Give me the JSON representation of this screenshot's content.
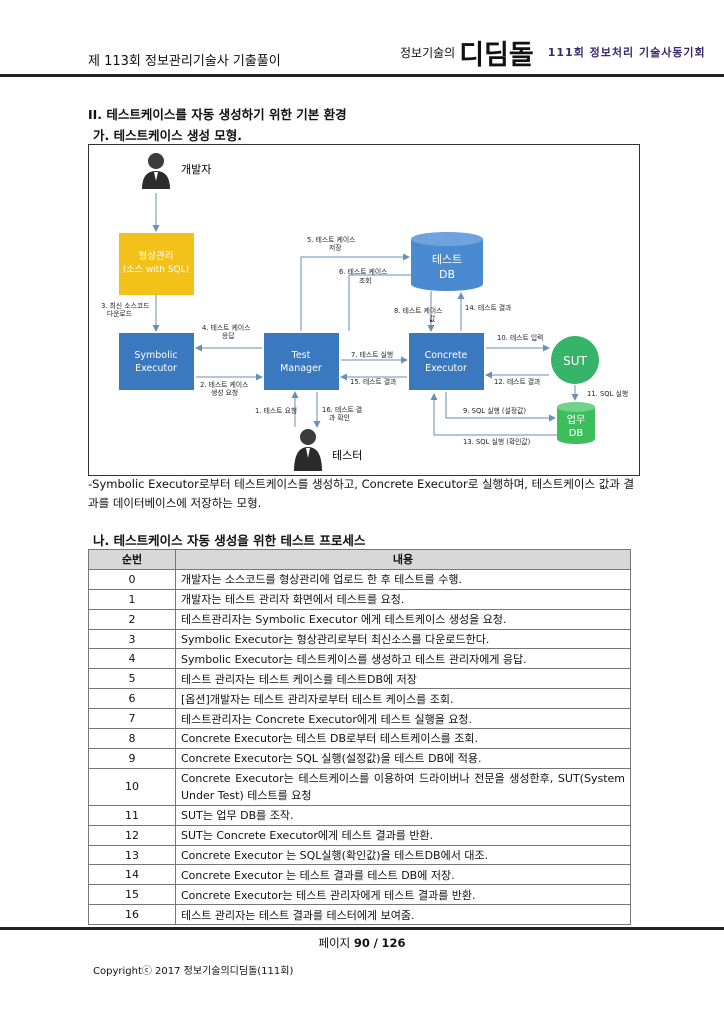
{
  "header": {
    "title": "제 113회 정보관리기술사 기출풀이",
    "logo_small": "정보기술의",
    "logo_big": "디딤돌",
    "logo_tag": "111회 정보처리 기술사동기회"
  },
  "section": {
    "heading": "II. 테스트케이스를 자동 생성하기 위한 기본 환경",
    "sub_a": "가. 테스트케이스 생성 모형.",
    "sub_b": "나. 테스트케이스 자동 생성을 위한 테스트 프로세스"
  },
  "diagram": {
    "developer": "개발자",
    "tester": "테스터",
    "repo_line1": "형상관리",
    "repo_line2": "(소스 with SQL)",
    "symbolic_line1": "Symbolic",
    "symbolic_line2": "Executor",
    "manager_line1": "Test",
    "manager_line2": "Manager",
    "concrete_line1": "Concrete",
    "concrete_line2": "Executor",
    "testdb_line1": "테스트",
    "testdb_line2": "DB",
    "sut": "SUT",
    "bizdb_line1": "업무",
    "bizdb_line2": "DB",
    "labels": {
      "s1": "1. 테스트 요청",
      "s2a": "2. 테스트 케이스",
      "s2b": "생성 요청",
      "s3a": "3. 최신 소스코드",
      "s3b": "다운로드",
      "s4a": "4. 테스트 케이스",
      "s4b": "응답",
      "s5a": "5. 테스트 케이스",
      "s5b": "저장",
      "s6a": "6. 테스트 케이스",
      "s6b": "조회",
      "s7": "7. 테스트 실행",
      "s8a": "8. 테스트 케이스",
      "s8b": "값",
      "s9": "9. SQL 실행 (설정값)",
      "s10": "10. 테스트 입력",
      "s11": "11. SQL 실행",
      "s12": "12. 테스트 결과",
      "s13": "13. SQL 실행 (확인값)",
      "s14": "14. 테스트 결과",
      "s15": "15. 테스트 결과",
      "s16a": "16. 테스트 결",
      "s16b": "과 확인"
    }
  },
  "caption": "-Symbolic Executor로부터 테스트케이스를 생성하고, Concrete Executor로 실행하며, 테스트케이스 값과 결과를 데이터베이스에 저장하는 모형.",
  "table": {
    "headers": [
      "순번",
      "내용"
    ],
    "rows": [
      [
        "0",
        "개발자는 소스코드를 형상관리에 업로드 한 후 테스트를 수행."
      ],
      [
        "1",
        "개발자는 테스트 관리자 화면에서 테스트를 요청."
      ],
      [
        "2",
        "테스트관리자는 Symbolic Executor 에게 테스트케이스 생성을 요청."
      ],
      [
        "3",
        "Symbolic Executor는 형상관리로부터 최신소스를 다운로드한다."
      ],
      [
        "4",
        "Symbolic Executor는 테스트케이스를 생성하고 테스트 관리자에게 응답."
      ],
      [
        "5",
        "테스트 관리자는 테스트 케이스를 테스트DB에 저장"
      ],
      [
        "6",
        "[옵션]개발자는 테스트 관리자로부터 테스트 케이스를 조회."
      ],
      [
        "7",
        "테스트관리자는 Concrete Executor에게 테스트 실행을 요청."
      ],
      [
        "8",
        "Concrete Executor는 테스트 DB로부터 테스트케이스를 조회."
      ],
      [
        "9",
        "Concrete Executor는 SQL 실행(설정값)을 테스트 DB에 적용."
      ],
      [
        "10",
        "Concrete Executor는 테스트케이스를 이용하여 드라이버나 전문을 생성한후, SUT(System Under Test) 테스트를 요청"
      ],
      [
        "11",
        "SUT는 업무 DB를 조작."
      ],
      [
        "12",
        "SUT는 Concrete Executor에게 테스트 결과를 반환."
      ],
      [
        "13",
        "Concrete Executor 는 SQL실행(확인값)을 테스트DB에서 대조."
      ],
      [
        "14",
        "Concrete Executor 는 테스트 결과를 테스트 DB에 저장."
      ],
      [
        "15",
        "Concrete Executor는 테스트 관리자에게 테스트 결과를 반환."
      ],
      [
        "16",
        "테스트 관리자는 테스트 결과를 테스터에게 보여줌."
      ]
    ]
  },
  "footer": {
    "page_prefix": "페이지",
    "page_current": "90",
    "page_sep": "/",
    "page_total": "126",
    "copyright": "Copyrightⓒ 2017 정보기술의디딤돌(111회)"
  },
  "colors": {
    "box_blue": "#3a79c0",
    "repo_yellow": "#f3c21a",
    "db_blue": "#4a8ad0",
    "sut_green": "#36b56a",
    "bizdb_green": "#3cbf5a",
    "arrow": "#6a8fb3"
  }
}
